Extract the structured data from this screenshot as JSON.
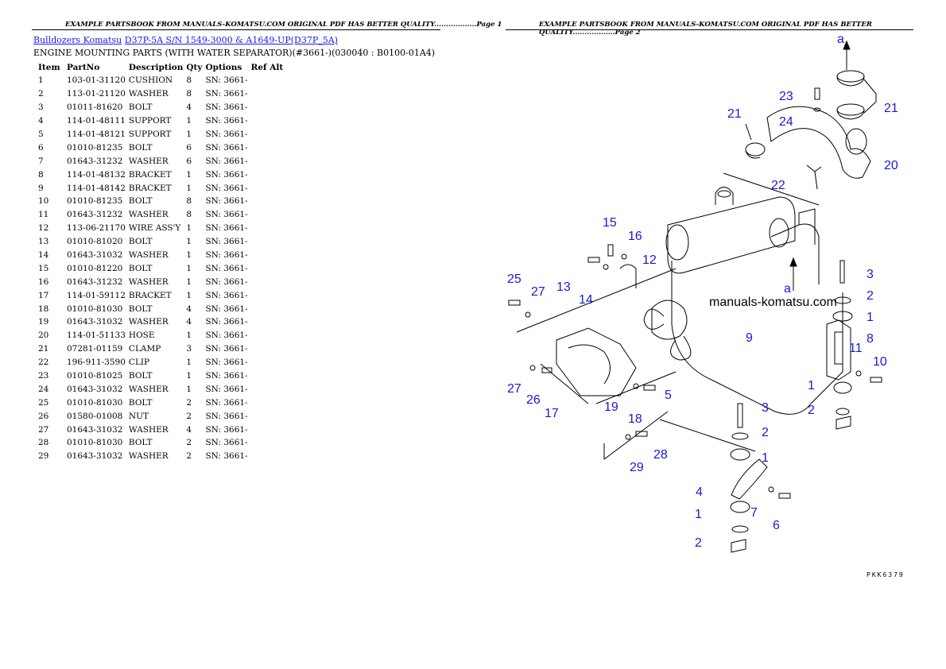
{
  "header": {
    "left": "EXAMPLE PARTSBOOK FROM MANUALS-KOMATSU.COM ORIGINAL PDF HAS BETTER QUALITY..................Page 1",
    "right": "EXAMPLE PARTSBOOK FROM MANUALS-KOMATSU.COM ORIGINAL PDF HAS BETTER QUALITY..................Page 2"
  },
  "breadcrumb": {
    "link1": "Bulldozers Komatsu",
    "link2": "D37P-5A S/N  1549-3000 & A1649-UP(D37P_5A)"
  },
  "subtitle": "ENGINE MOUNTING PARTS (WITH WATER SEPARATOR)(#3661-)(030040 : B0100-01A4)",
  "table": {
    "columns": [
      "Item",
      "PartNo",
      "Description",
      "Qty",
      "Options",
      "Ref Alt"
    ],
    "rows": [
      [
        "1",
        "103-01-31120",
        "CUSHION",
        "8",
        "SN: 3661-"
      ],
      [
        "2",
        "113-01-21120",
        "WASHER",
        "8",
        "SN: 3661-"
      ],
      [
        "3",
        "01011-81620",
        "BOLT",
        "4",
        "SN: 3661-"
      ],
      [
        "4",
        "114-01-48111",
        "SUPPORT",
        "1",
        "SN: 3661-"
      ],
      [
        "5",
        "114-01-48121",
        "SUPPORT",
        "1",
        "SN: 3661-"
      ],
      [
        "6",
        "01010-81235",
        "BOLT",
        "6",
        "SN: 3661-"
      ],
      [
        "7",
        "01643-31232",
        "WASHER",
        "6",
        "SN: 3661-"
      ],
      [
        "8",
        "114-01-48132",
        "BRACKET",
        "1",
        "SN: 3661-"
      ],
      [
        "9",
        "114-01-48142",
        "BRACKET",
        "1",
        "SN: 3661-"
      ],
      [
        "10",
        "01010-81235",
        "BOLT",
        "8",
        "SN: 3661-"
      ],
      [
        "11",
        "01643-31232",
        "WASHER",
        "8",
        "SN: 3661-"
      ],
      [
        "12",
        "113-06-21170",
        "WIRE ASS'Y",
        "1",
        "SN: 3661-"
      ],
      [
        "13",
        "01010-81020",
        "BOLT",
        "1",
        "SN: 3661-"
      ],
      [
        "14",
        "01643-31032",
        "WASHER",
        "1",
        "SN: 3661-"
      ],
      [
        "15",
        "01010-81220",
        "BOLT",
        "1",
        "SN: 3661-"
      ],
      [
        "16",
        "01643-31232",
        "WASHER",
        "1",
        "SN: 3661-"
      ],
      [
        "17",
        "114-01-59112",
        "BRACKET",
        "1",
        "SN: 3661-"
      ],
      [
        "18",
        "01010-81030",
        "BOLT",
        "4",
        "SN: 3661-"
      ],
      [
        "19",
        "01643-31032",
        "WASHER",
        "4",
        "SN: 3661-"
      ],
      [
        "20",
        "114-01-51133",
        "HOSE",
        "1",
        "SN: 3661-"
      ],
      [
        "21",
        "07281-01159",
        "CLAMP",
        "3",
        "SN: 3661-"
      ],
      [
        "22",
        "196-911-3590",
        "CLIP",
        "1",
        "SN: 3661-"
      ],
      [
        "23",
        "01010-81025",
        "BOLT",
        "1",
        "SN: 3661-"
      ],
      [
        "24",
        "01643-31032",
        "WASHER",
        "1",
        "SN: 3661-"
      ],
      [
        "25",
        "01010-81030",
        "BOLT",
        "2",
        "SN: 3661-"
      ],
      [
        "26",
        "01580-01008",
        "NUT",
        "2",
        "SN: 3661-"
      ],
      [
        "27",
        "01643-31032",
        "WASHER",
        "4",
        "SN: 3661-"
      ],
      [
        "28",
        "01010-81030",
        "BOLT",
        "2",
        "SN: 3661-"
      ],
      [
        "29",
        "01643-31032",
        "WASHER",
        "2",
        "SN: 3661-"
      ]
    ]
  },
  "diagram": {
    "watermark": "manuals-komatsu.com",
    "figure_code": "PKK6379",
    "arrow_label_top": "a",
    "arrow_label_mid": "a",
    "callouts": [
      "23",
      "21",
      "24",
      "21",
      "20",
      "22",
      "15",
      "16",
      "12",
      "13",
      "14",
      "25",
      "27",
      "3",
      "2",
      "1",
      "9",
      "8",
      "11",
      "10",
      "1",
      "2",
      "27",
      "26",
      "17",
      "19",
      "5",
      "18",
      "3",
      "2",
      "1",
      "28",
      "29",
      "4",
      "7",
      "1",
      "6",
      "2"
    ]
  }
}
